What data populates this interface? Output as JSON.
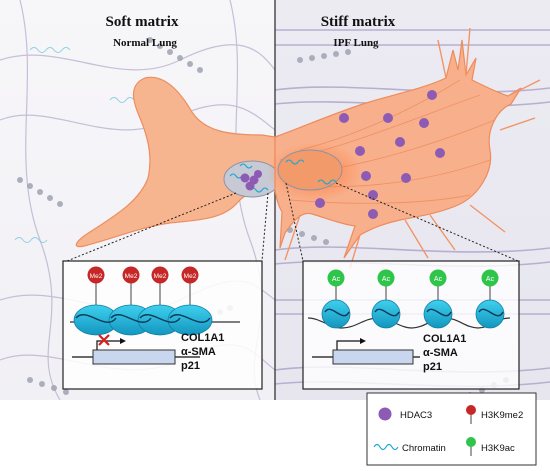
{
  "panels": {
    "left": {
      "title": "Soft matrix",
      "subtitle": "Normal Lung"
    },
    "right": {
      "title": "Stiff matrix",
      "subtitle": "IPF Lung"
    }
  },
  "insets": {
    "left": {
      "marks": [
        "Me2",
        "Me2",
        "Me2",
        "Me2"
      ],
      "genes": [
        "COL1A1",
        "α-SMA",
        "p21"
      ],
      "transcription": "blocked"
    },
    "right": {
      "marks": [
        "Ac",
        "Ac",
        "Ac",
        "Ac"
      ],
      "genes": [
        "COL1A1",
        "α-SMA",
        "p21"
      ],
      "transcription": "active"
    }
  },
  "legend": {
    "items": [
      {
        "icon": "hdac3-dot-icon",
        "label": "HDAC3"
      },
      {
        "icon": "me2-pin-icon",
        "label": "H3K9me2"
      },
      {
        "icon": "chromatin-icon",
        "label": "Chromatin"
      },
      {
        "icon": "ac-pin-icon",
        "label": "H3K9ac"
      }
    ]
  },
  "colors": {
    "cell": "#f7b48f",
    "cell_stroke": "#e98b5c",
    "nucleus": "#c9cbd4",
    "hdac3": "#8d5ab3",
    "nucleosome": "#22b2d6",
    "me2": "#c62828",
    "ac": "#2fc44a",
    "fibers": "#b8b1cf"
  }
}
